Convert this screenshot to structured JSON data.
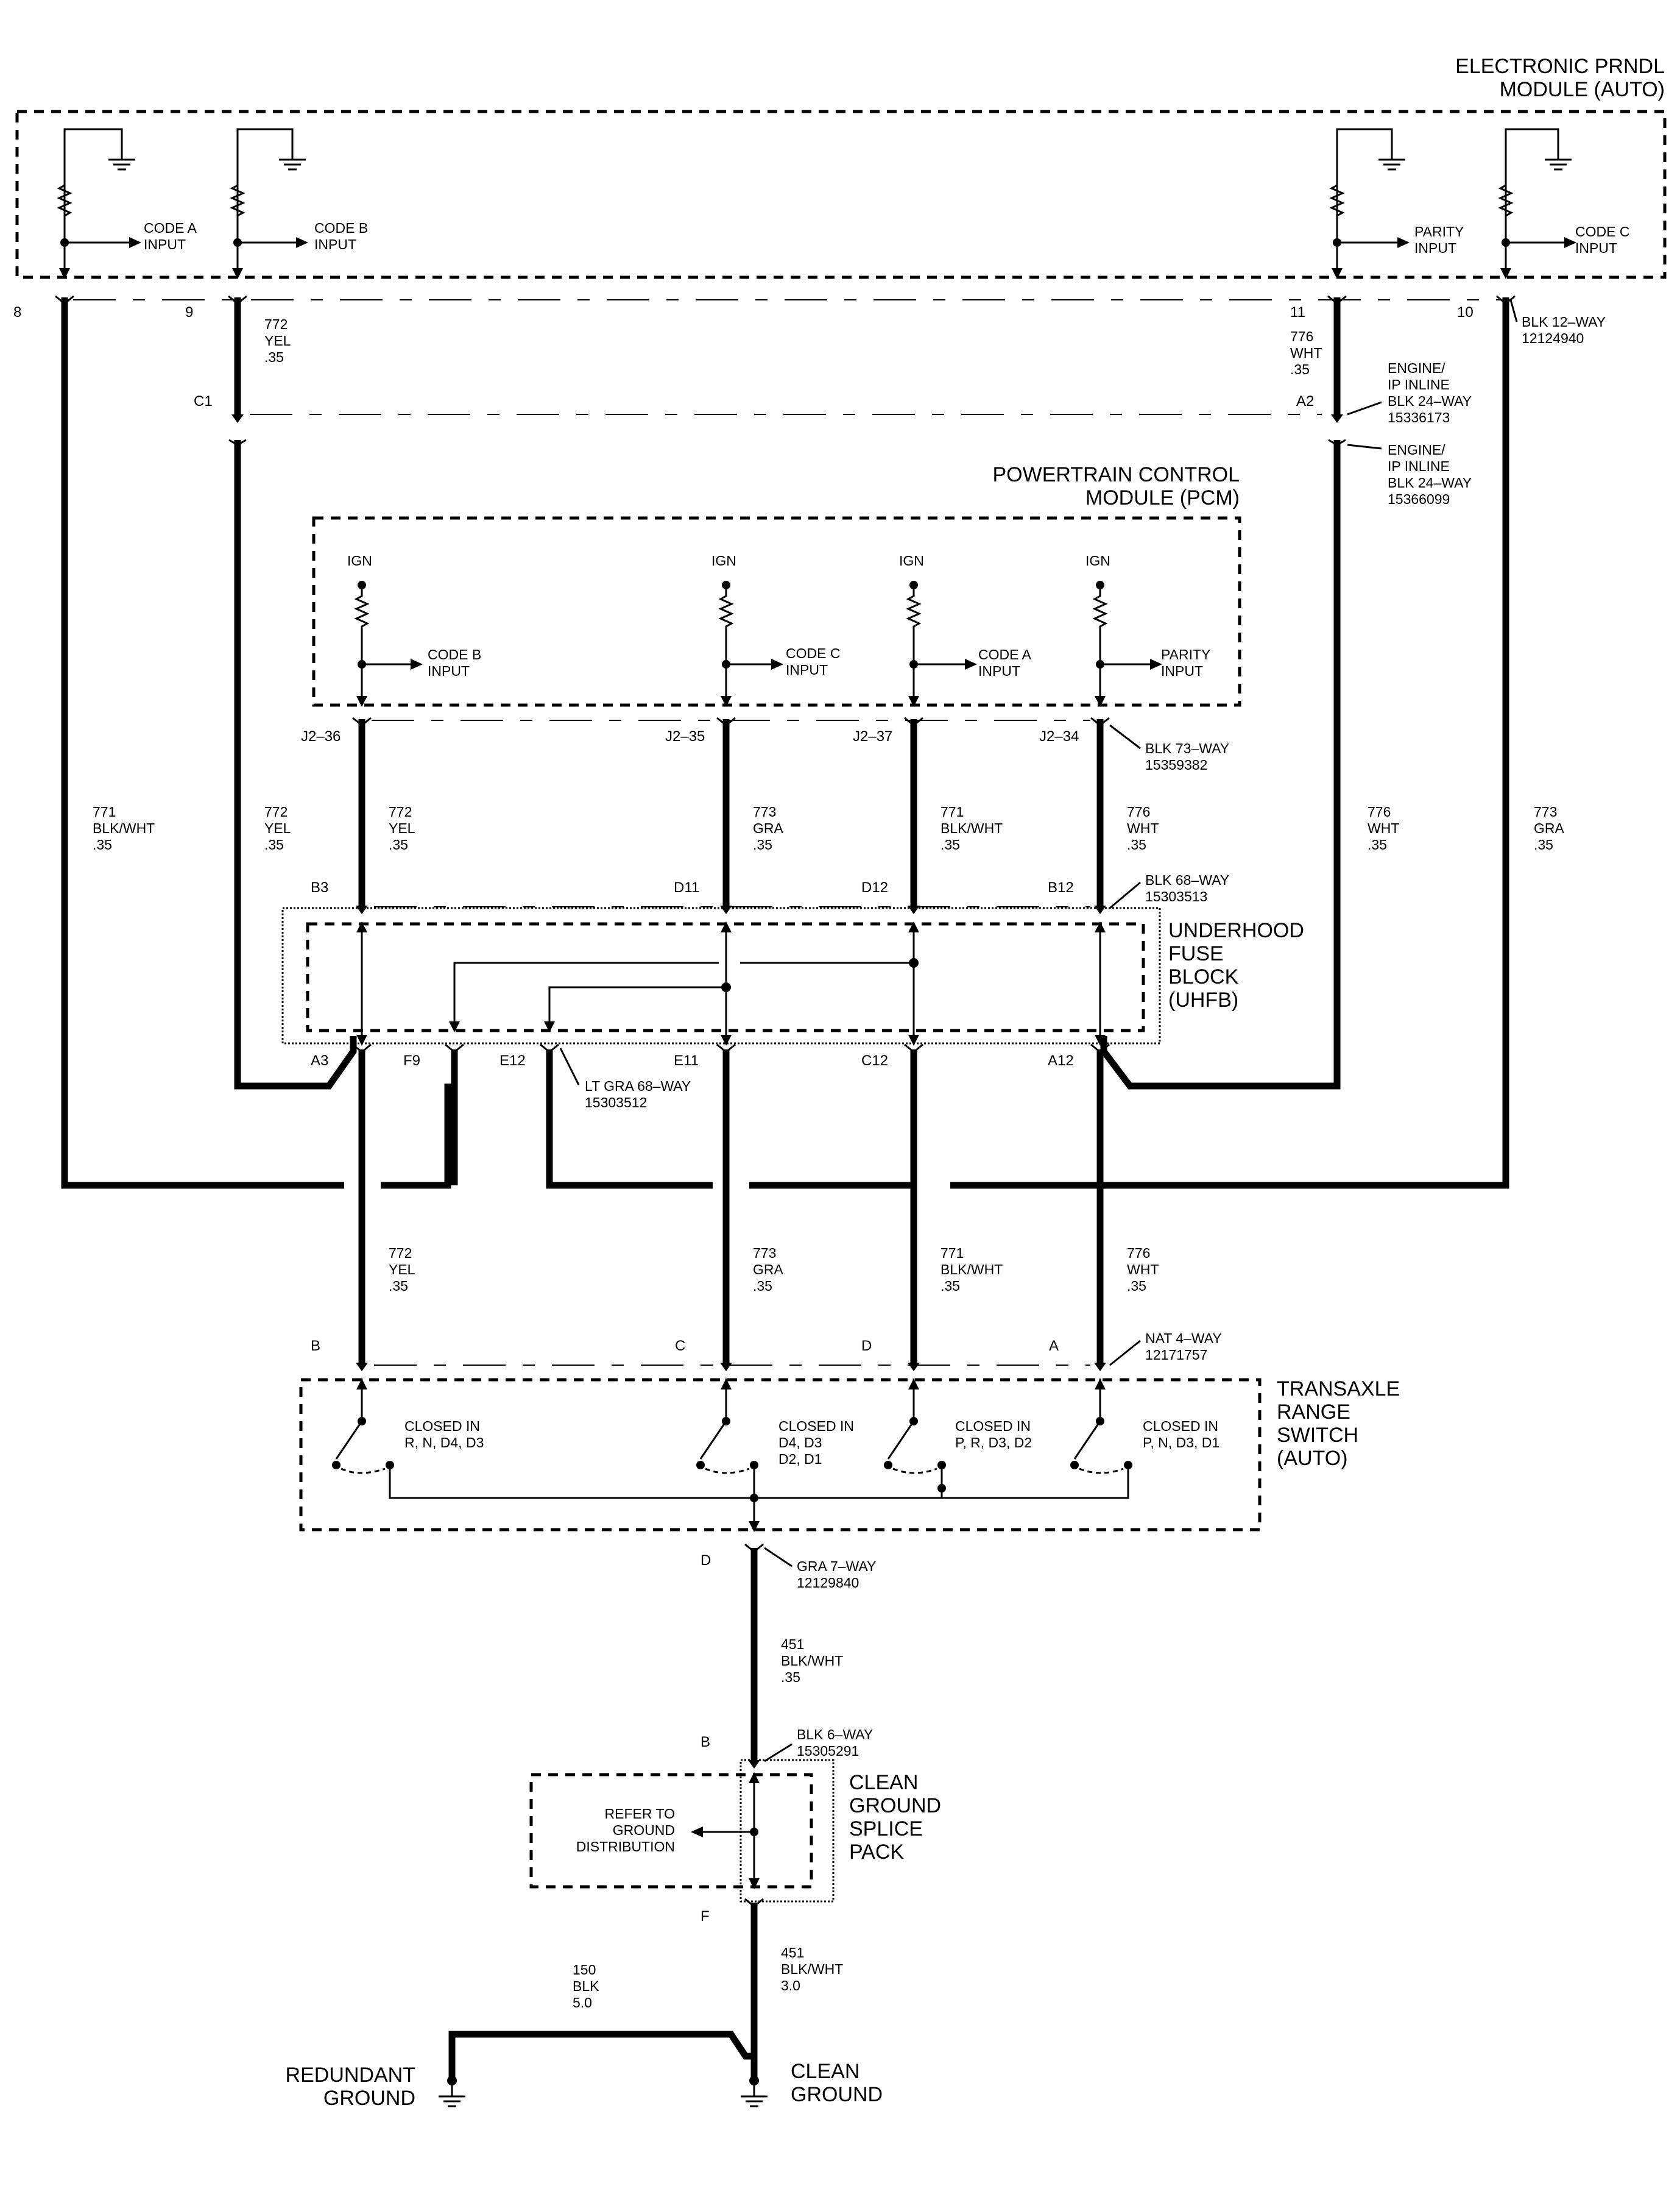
{
  "modules": {
    "prndl": "ELECTRONIC PRNDL|MODULE (AUTO)",
    "pcm": "POWERTRAIN CONTROL|MODULE (PCM)",
    "uhfb": "UNDERHOOD|FUSE|BLOCK|(UHFB)",
    "trs": "TRANSAXLE|RANGE|SWITCH|(AUTO)",
    "splice": "CLEAN|GROUND|SPLICE|PACK",
    "splice_ref": "REFER TO|GROUND|DISTRIBUTION"
  },
  "inputs": {
    "code_a": "CODE A|INPUT",
    "code_b": "CODE B|INPUT",
    "code_c": "CODE C|INPUT",
    "parity": "PARITY|INPUT",
    "ign": "IGN"
  },
  "connectors": {
    "blk12": "BLK 12–WAY|12124940",
    "inline1": "ENGINE/|IP INLINE|BLK 24–WAY|15336173",
    "inline2": "ENGINE/|IP INLINE|BLK 24–WAY|15366099",
    "blk73": "BLK 73–WAY|15359382",
    "blk68": "BLK 68–WAY|15303513",
    "ltgra68": "LT GRA 68–WAY|15303512",
    "nat4": "NAT 4–WAY|12171757",
    "gra7": "GRA 7–WAY|12129840",
    "blk6": "BLK 6–WAY|15305291"
  },
  "pins": {
    "p8": "8",
    "p9": "9",
    "p11": "11",
    "p10": "10",
    "c1": "C1",
    "a2": "A2",
    "j236": "J2–36",
    "j235": "J2–35",
    "j237": "J2–37",
    "j234": "J2–34",
    "b3": "B3",
    "d11": "D11",
    "d12": "D12",
    "b12": "B12",
    "a3": "A3",
    "f9": "F9",
    "e12": "E12",
    "e11": "E11",
    "c12": "C12",
    "a12": "A12",
    "b": "B",
    "c": "C",
    "d": "D",
    "a": "A",
    "d2": "D",
    "b2": "B",
    "f": "F"
  },
  "wires": {
    "w772": "772|YEL|.35",
    "w776": "776|WHT|.35",
    "w771": "771|BLK/WHT|.35",
    "w773": "773|GRA|.35",
    "w451a": "451|BLK/WHT|.35",
    "w451b": "451|BLK/WHT|3.0",
    "w150": "150|BLK|5.0"
  },
  "switches": {
    "s1": "CLOSED IN|R, N, D4, D3",
    "s2": "CLOSED IN|D4, D3|D2, D1",
    "s3": "CLOSED IN|P, R, D3, D2",
    "s4": "CLOSED IN|P, N, D3, D1"
  },
  "grounds": {
    "redundant": "REDUNDANT|GROUND",
    "clean": "CLEAN|GROUND"
  }
}
